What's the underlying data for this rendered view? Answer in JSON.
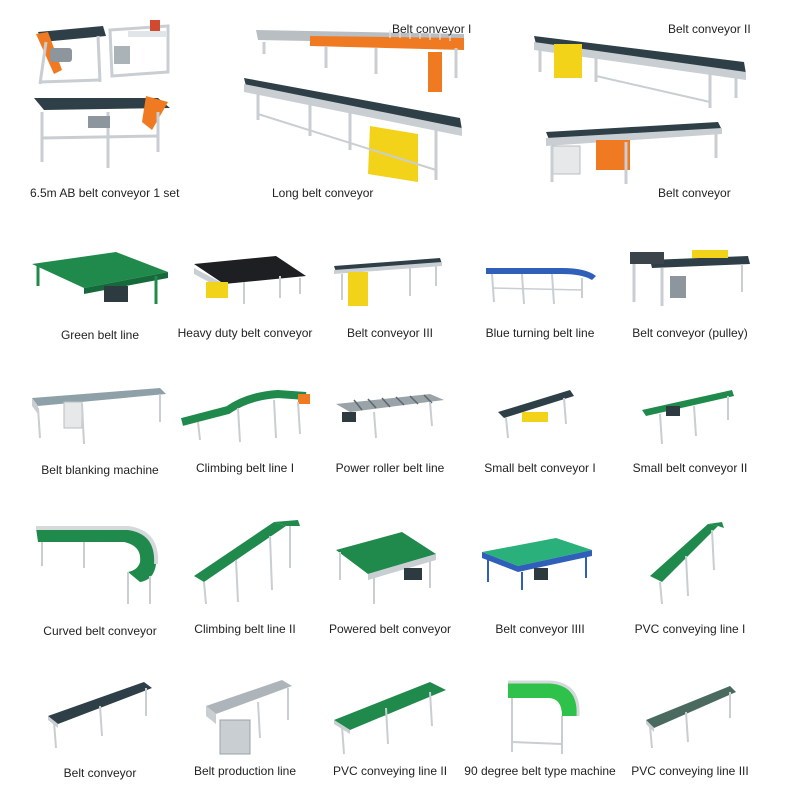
{
  "top_row": [
    {
      "caption": "6.5m AB belt conveyor 1 set"
    },
    {
      "caption": "Belt conveyor I"
    },
    {
      "caption": "Long belt conveyor"
    },
    {
      "caption": "Belt conveyor II"
    },
    {
      "caption": "Belt conveyor"
    }
  ],
  "rows": [
    [
      "Green belt line",
      "Heavy duty belt conveyor",
      "Belt conveyor III",
      "Blue turning belt line",
      "Belt conveyor (pulley)"
    ],
    [
      "Belt blanking machine",
      "Climbing belt line I",
      "Power roller belt line",
      "Small belt conveyor I",
      "Small belt conveyor II"
    ],
    [
      "Curved belt conveyor",
      "Climbing belt line II",
      "Powered belt conveyor",
      "Belt conveyor IIII",
      "PVC conveying line I"
    ],
    [
      "Belt conveyor",
      "Belt production line",
      "PVC conveying line II",
      "90 degree belt type machine",
      "PVC conveying line III"
    ]
  ],
  "colors": {
    "belt_dark": "#2f3f47",
    "belt_green": "#1f8a4c",
    "belt_bright_green": "#2ec24a",
    "frame": "#c9ced3",
    "orange": "#f07a22",
    "yellow": "#f3d21a",
    "blue": "#2f5fb8"
  }
}
